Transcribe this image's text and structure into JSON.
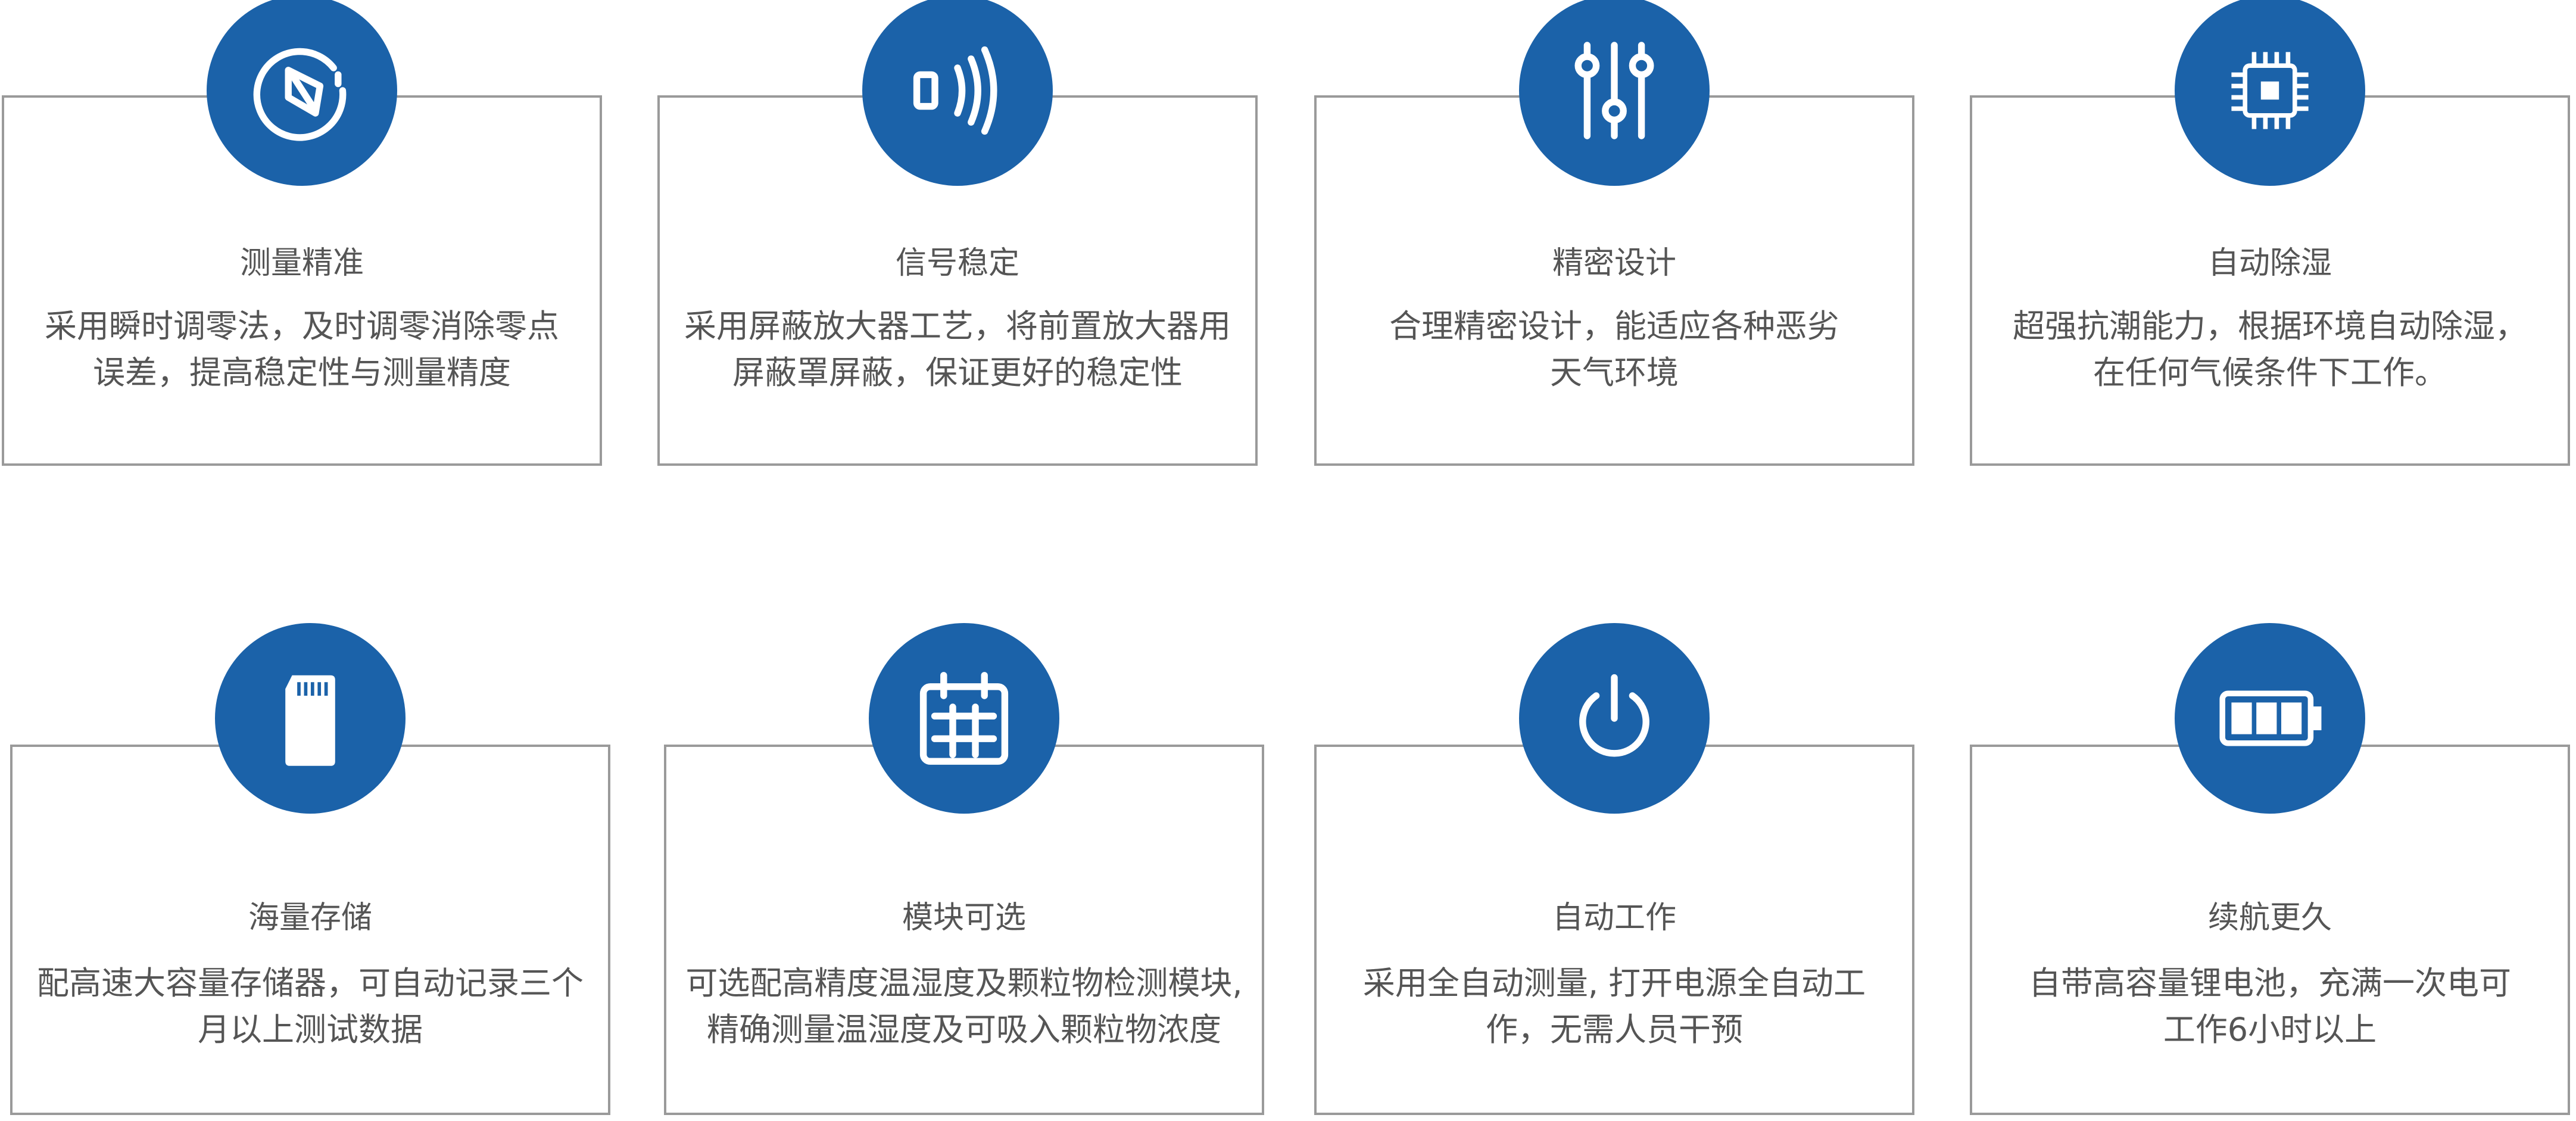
{
  "colors": {
    "accent": "#1b62a9",
    "text": "#555555",
    "border": "#9a9a9a"
  },
  "features": [
    {
      "icon": "compass-icon",
      "title": "测量精准",
      "lines": [
        "采用瞬时调零法，及时调零消除零点",
        "误差，提高稳定性与测量精度"
      ]
    },
    {
      "icon": "signal-icon",
      "title": "信号稳定",
      "lines": [
        "采用屏蔽放大器工艺，将前置放大器用",
        "屏蔽罩屏蔽，保证更好的稳定性"
      ]
    },
    {
      "icon": "sliders-icon",
      "title": "精密设计",
      "lines": [
        "合理精密设计，能适应各种恶劣",
        "天气环境"
      ]
    },
    {
      "icon": "chip-icon",
      "title": "自动除湿",
      "lines": [
        "超强抗潮能力，根据环境自动除湿，",
        "在任何气候条件下工作。"
      ]
    },
    {
      "icon": "sd-card-icon",
      "title": "海量存储",
      "lines": [
        "配高速大容量存储器，可自动记录三个",
        "月以上测试数据"
      ]
    },
    {
      "icon": "calendar-icon",
      "title": "模块可选",
      "lines": [
        "可选配高精度温湿度及颗粒物检测模块,",
        "精确测量温湿度及可吸入颗粒物浓度"
      ]
    },
    {
      "icon": "power-icon",
      "title": "自动工作",
      "lines": [
        "采用全自动测量, 打开电源全自动工",
        "作，无需人员干预"
      ]
    },
    {
      "icon": "battery-icon",
      "title": "续航更久",
      "lines": [
        "自带高容量锂电池，充满一次电可",
        "工作6小时以上"
      ]
    }
  ]
}
